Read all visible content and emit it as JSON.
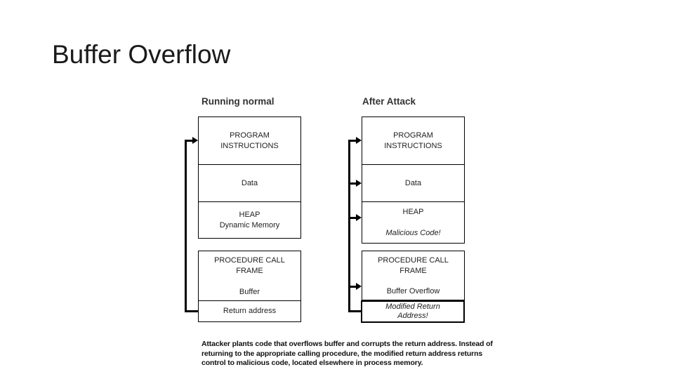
{
  "slide": {
    "title": "Buffer Overflow"
  },
  "left_diagram": {
    "header": "Running normal",
    "program_line1": "PROGRAM",
    "program_line2": "INSTRUCTIONS",
    "data_label": "Data",
    "heap_line1": "HEAP",
    "heap_line2": "Dynamic Memory",
    "frame_line1": "PROCEDURE CALL",
    "frame_line2": "FRAME",
    "buffer_label": "Buffer",
    "return_label": "Return address"
  },
  "right_diagram": {
    "header": "After Attack",
    "program_line1": "PROGRAM",
    "program_line2": "INSTRUCTIONS",
    "data_label": "Data",
    "heap_line1": "HEAP",
    "heap_line2": "Malicious Code!",
    "frame_line1": "PROCEDURE CALL",
    "frame_line2": "FRAME",
    "buffer_label": "Buffer Overflow",
    "return_line1": "Modified Return",
    "return_line2": "Address!"
  },
  "caption": {
    "line1": "Attacker plants code that overflows buffer and corrupts the return address. Instead of",
    "line2": "returning to the appropriate calling procedure, the modified return address returns",
    "line3": "control to malicious code, located elsewhere in process memory."
  },
  "colors": {
    "background": "#ffffff",
    "text": "#222222",
    "line": "#000000"
  }
}
